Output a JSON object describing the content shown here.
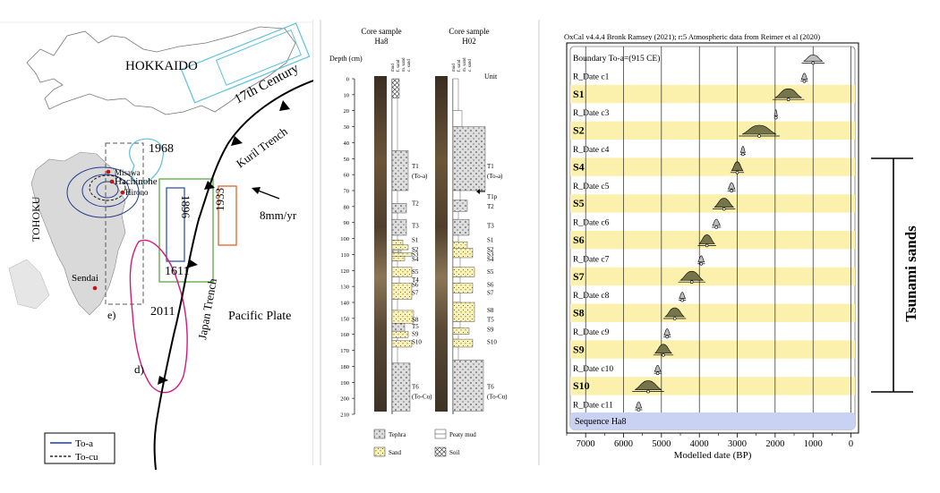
{
  "map": {
    "labels": {
      "hokkaido": "HOKKAIDO",
      "tohoku": "TOHOKU",
      "century17": "17th Century",
      "y1968": "1968",
      "y1896": "1896",
      "y1933": "1933",
      "y1611": "1611",
      "y2011": "2011",
      "kuril": "Kuril Trench",
      "japan": "Japan Trench",
      "pacific": "Pacific Plate",
      "rate": "8mm/yr",
      "misawa": "Misawa",
      "hachinohe": "Hachinohe",
      "hirono": "Hirono",
      "sendai": "Sendai",
      "e": "e)",
      "d": "d)"
    },
    "legend": [
      {
        "label": "To-a",
        "style": "solid"
      },
      {
        "label": "To-cu",
        "style": "dashed"
      }
    ],
    "colors": {
      "land": "#d9d9d9",
      "trench": "#000000",
      "c17": "#5bc0de",
      "c1968": "#5bc0de",
      "c1896": "#3355aa",
      "c1933": "#e0622a",
      "c1611": "#5aa845",
      "c2011": "#d4187f",
      "city": "#cc1111"
    }
  },
  "core": {
    "headers": [
      {
        "line1": "Core sample",
        "line2": "Ha8"
      },
      {
        "line1": "Core sample",
        "line2": "H02"
      }
    ],
    "depth_label": "Depth\n(cm)",
    "unit_label": "Unit",
    "grain_labels": [
      "mud",
      "f. sand",
      "m. sand",
      "c. sand"
    ],
    "depth_ticks": [
      0,
      10,
      20,
      30,
      40,
      50,
      60,
      70,
      80,
      90,
      100,
      110,
      120,
      130,
      140,
      150,
      160,
      170,
      180,
      190,
      200,
      210
    ],
    "units_left": [
      {
        "depth": 55,
        "text": "T1"
      },
      {
        "depth": 61,
        "text": "(To-a)"
      },
      {
        "depth": 78,
        "text": "T2"
      },
      {
        "depth": 92,
        "text": "T3"
      },
      {
        "depth": 101,
        "text": "S1"
      },
      {
        "depth": 107,
        "text": "S2"
      },
      {
        "depth": 110,
        "text": "S3"
      },
      {
        "depth": 113,
        "text": "S4"
      },
      {
        "depth": 121,
        "text": "S5"
      },
      {
        "depth": 126,
        "text": "T4"
      },
      {
        "depth": 129,
        "text": "S6"
      },
      {
        "depth": 134,
        "text": "S7"
      },
      {
        "depth": 151,
        "text": "S8"
      },
      {
        "depth": 155,
        "text": "T5"
      },
      {
        "depth": 160,
        "text": "S9"
      },
      {
        "depth": 165,
        "text": "S10"
      },
      {
        "depth": 193,
        "text": "T6"
      },
      {
        "depth": 199,
        "text": "(To-Cu)"
      }
    ],
    "units_right": [
      {
        "depth": 55,
        "text": "T1"
      },
      {
        "depth": 61,
        "text": "(To-a)"
      },
      {
        "depth": 74,
        "text": "T1p"
      },
      {
        "depth": 80,
        "text": "T2"
      },
      {
        "depth": 92,
        "text": "T3"
      },
      {
        "depth": 101,
        "text": "S1"
      },
      {
        "depth": 107,
        "text": "S2"
      },
      {
        "depth": 110,
        "text": "S3"
      },
      {
        "depth": 113,
        "text": "S4"
      },
      {
        "depth": 121,
        "text": "S5"
      },
      {
        "depth": 129,
        "text": "S6"
      },
      {
        "depth": 134,
        "text": "S7"
      },
      {
        "depth": 145,
        "text": "S8"
      },
      {
        "depth": 151,
        "text": "T5"
      },
      {
        "depth": 157,
        "text": "S9"
      },
      {
        "depth": 165,
        "text": "S10"
      },
      {
        "depth": 193,
        "text": "T6"
      },
      {
        "depth": 199,
        "text": "(To-Cu)"
      }
    ],
    "legend": [
      {
        "label": "Tephra",
        "pattern": "tephra"
      },
      {
        "label": "Peaty mud",
        "pattern": "peat"
      },
      {
        "label": "Sand",
        "pattern": "sand"
      },
      {
        "label": "Soil",
        "pattern": "soil"
      }
    ]
  },
  "oxcal": {
    "header": "OxCal v4.4.4 Bronk Ramsey (2021); r:5 Atmospheric data from Reimer et al (2020)",
    "xlabel": "Modelled date (BP)",
    "xticks": [
      7000,
      6000,
      5000,
      4000,
      3000,
      2000,
      1000,
      0
    ],
    "xlim": [
      7500,
      -200
    ],
    "bracket_label": "Tsunami sands",
    "footer": "Sequence Ha8",
    "rows": [
      {
        "label": "Boundary To-a=(915 CE)",
        "bold": false,
        "mid": 1000,
        "spread": 250
      },
      {
        "label": "R_Date c1",
        "bold": false,
        "mid": 1230,
        "spread": 80
      },
      {
        "label": "S1",
        "bold": true,
        "mid": 1650,
        "spread": 350
      },
      {
        "label": "R_Date c3",
        "bold": false,
        "mid": 1980,
        "spread": 40
      },
      {
        "label": "S2",
        "bold": true,
        "mid": 2420,
        "spread": 450
      },
      {
        "label": "R_Date c4",
        "bold": false,
        "mid": 2850,
        "spread": 60
      },
      {
        "label": "S4",
        "bold": true,
        "mid": 3000,
        "spread": 150
      },
      {
        "label": "R_Date c5",
        "bold": false,
        "mid": 3150,
        "spread": 90
      },
      {
        "label": "S5",
        "bold": true,
        "mid": 3350,
        "spread": 250
      },
      {
        "label": "R_Date c6",
        "bold": false,
        "mid": 3550,
        "spread": 100
      },
      {
        "label": "S6",
        "bold": true,
        "mid": 3800,
        "spread": 200
      },
      {
        "label": "R_Date c7",
        "bold": false,
        "mid": 3950,
        "spread": 80
      },
      {
        "label": "S7",
        "bold": true,
        "mid": 4200,
        "spread": 300
      },
      {
        "label": "R_Date c8",
        "bold": false,
        "mid": 4450,
        "spread": 80
      },
      {
        "label": "S8",
        "bold": true,
        "mid": 4650,
        "spread": 250
      },
      {
        "label": "R_Date c9",
        "bold": false,
        "mid": 4850,
        "spread": 80
      },
      {
        "label": "S9",
        "bold": true,
        "mid": 4950,
        "spread": 220
      },
      {
        "label": "R_Date c10",
        "bold": false,
        "mid": 5100,
        "spread": 80
      },
      {
        "label": "S10",
        "bold": true,
        "mid": 5350,
        "spread": 350
      },
      {
        "label": "R_Date c11",
        "bold": false,
        "mid": 5600,
        "spread": 80
      }
    ],
    "colors": {
      "highlight": "#fbf1ad",
      "footer": "#c9d2f3",
      "posterior": "#76754a",
      "grid": "#000000"
    }
  }
}
